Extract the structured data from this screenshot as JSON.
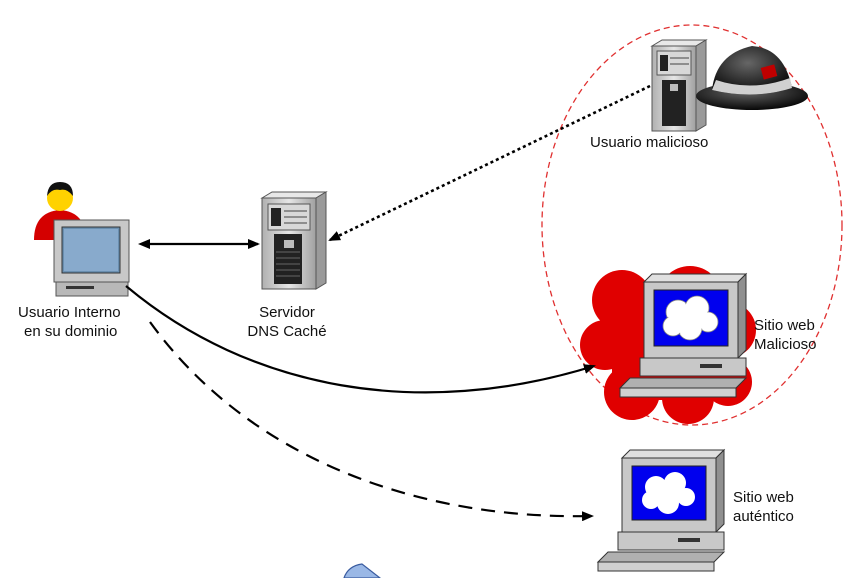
{
  "nodes": {
    "internal_user": {
      "line1": "Usuario Interno",
      "line2": "en su dominio",
      "icon": "user-computer-icon"
    },
    "dns_server": {
      "line1": "Servidor",
      "line2": "DNS Caché",
      "icon": "server-icon"
    },
    "malicious_user": {
      "label": "Usuario malicioso",
      "icon": "black-hat-server-icon"
    },
    "malicious_site": {
      "line1": "Sitio web",
      "line2": "Malicioso",
      "icon": "web-computer-icon"
    },
    "authentic_site": {
      "line1": "Sitio web",
      "line2": "auténtico",
      "icon": "web-computer-icon"
    }
  },
  "colors": {
    "ellipse_border": "#e03030",
    "cloud_red": "#e00000",
    "screen_blue": "#0000ee",
    "computer_body": "#c8c8c8",
    "arrow": "#000000"
  }
}
